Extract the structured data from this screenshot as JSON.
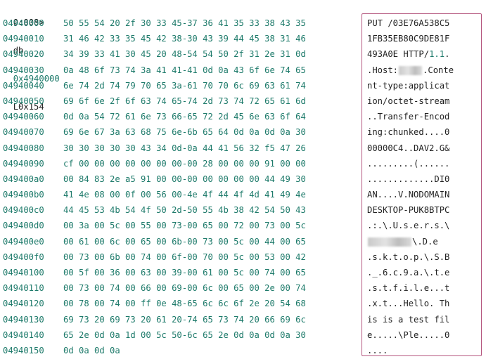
{
  "command": {
    "prompt": "0:008>",
    "cmd": "db",
    "address": "0x4940000",
    "length": "L0x154"
  },
  "rows": [
    {
      "addr": "04940000",
      "bytes": "50 55 54 20 2f 30 33 45-37 36 41 35 33 38 43 35"
    },
    {
      "addr": "04940010",
      "bytes": "31 46 42 33 35 45 42 38-30 43 39 44 45 38 31 46"
    },
    {
      "addr": "04940020",
      "bytes": "34 39 33 41 30 45 20 48-54 54 50 2f 31 2e 31 0d"
    },
    {
      "addr": "04940030",
      "bytes": "0a 48 6f 73 74 3a 41 41-41 0d 0a 43 6f 6e 74 65"
    },
    {
      "addr": "04940040",
      "bytes": "6e 74 2d 74 79 70 65 3a-61 70 70 6c 69 63 61 74"
    },
    {
      "addr": "04940050",
      "bytes": "69 6f 6e 2f 6f 63 74 65-74 2d 73 74 72 65 61 6d"
    },
    {
      "addr": "04940060",
      "bytes": "0d 0a 54 72 61 6e 73 66-65 72 2d 45 6e 63 6f 64"
    },
    {
      "addr": "04940070",
      "bytes": "69 6e 67 3a 63 68 75 6e-6b 65 64 0d 0a 0d 0a 30"
    },
    {
      "addr": "04940080",
      "bytes": "30 30 30 30 30 43 34 0d-0a 44 41 56 32 f5 47 26"
    },
    {
      "addr": "04940090",
      "bytes": "cf 00 00 00 00 00 00 00-00 28 00 00 00 91 00 00"
    },
    {
      "addr": "049400a0",
      "bytes": "00 84 83 2e a5 91 00 00-00 00 00 00 00 44 49 30"
    },
    {
      "addr": "049400b0",
      "bytes": "41 4e 08 00 0f 00 56 00-4e 4f 44 4f 4d 41 49 4e"
    },
    {
      "addr": "049400c0",
      "bytes": "44 45 53 4b 54 4f 50 2d-50 55 4b 38 42 54 50 43"
    },
    {
      "addr": "049400d0",
      "bytes": "00 3a 00 5c 00 55 00 73-00 65 00 72 00 73 00 5c"
    },
    {
      "addr": "049400e0",
      "bytes": "00 61 00 6c 00 65 00 6b-00 73 00 5c 00 44 00 65"
    },
    {
      "addr": "049400f0",
      "bytes": "00 73 00 6b 00 74 00 6f-00 70 00 5c 00 53 00 42"
    },
    {
      "addr": "04940100",
      "bytes": "00 5f 00 36 00 63 00 39-00 61 00 5c 00 74 00 65"
    },
    {
      "addr": "04940110",
      "bytes": "00 73 00 74 00 66 00 69-00 6c 00 65 00 2e 00 74"
    },
    {
      "addr": "04940120",
      "bytes": "00 78 00 74 00 ff 0e 48-65 6c 6c 6f 2e 20 54 68"
    },
    {
      "addr": "04940130",
      "bytes": "69 73 20 69 73 20 61 20-74 65 73 74 20 66 69 6c"
    },
    {
      "addr": "04940140",
      "bytes": "65 2e 0d 0a 1d 00 5c 50-6c 65 2e 0d 0a 0d 0a 30"
    },
    {
      "addr": "04940150",
      "bytes": "0d 0a 0d 0a"
    }
  ],
  "ascii": [
    {
      "pre": "PUT /03E76A538C5",
      "hi": "",
      "post": ""
    },
    {
      "pre": "1FB35EB80C9DE81F",
      "hi": "",
      "post": ""
    },
    {
      "pre": "493A0E HTTP/",
      "hi": "1.1",
      "post": "."
    },
    {
      "pre": ".Host:",
      "redacted": true,
      "post": ".Conte"
    },
    {
      "pre": "nt-type:applicat",
      "hi": "",
      "post": ""
    },
    {
      "pre": "ion/octet-stream",
      "hi": "",
      "post": ""
    },
    {
      "pre": "..Transfer-Encod",
      "hi": "",
      "post": ""
    },
    {
      "pre": "ing:chunked....0",
      "hi": "",
      "post": ""
    },
    {
      "pre": "00000C4..DAV2.G&",
      "hi": "",
      "post": ""
    },
    {
      "pre": ".........(......",
      "hi": "",
      "post": ""
    },
    {
      "pre": ".............DI0",
      "hi": "",
      "post": ""
    },
    {
      "pre": "AN....V.NODOMAIN",
      "hi": "",
      "post": ""
    },
    {
      "pre": "DESKTOP-PUK8BTPC",
      "hi": "",
      "post": ""
    },
    {
      "pre": ".:.\\.U.s.e.r.s.\\",
      "hi": "",
      "post": ""
    },
    {
      "pre": "",
      "redacted_wide": true,
      "post": "\\.D.e"
    },
    {
      "pre": ".s.k.t.o.p.\\.S.B",
      "hi": "",
      "post": ""
    },
    {
      "pre": "._.6.c.9.a.\\.t.e",
      "hi": "",
      "post": ""
    },
    {
      "pre": ".s.t.f.i.l.e...t",
      "hi": "",
      "post": ""
    },
    {
      "pre": ".x.t...Hello. Th",
      "hi": "",
      "post": ""
    },
    {
      "pre": "is is a test fil",
      "hi": "",
      "post": ""
    },
    {
      "pre": "e.....\\Ple.....0",
      "hi": "",
      "post": ""
    },
    {
      "pre": "....",
      "hi": "",
      "post": ""
    }
  ]
}
